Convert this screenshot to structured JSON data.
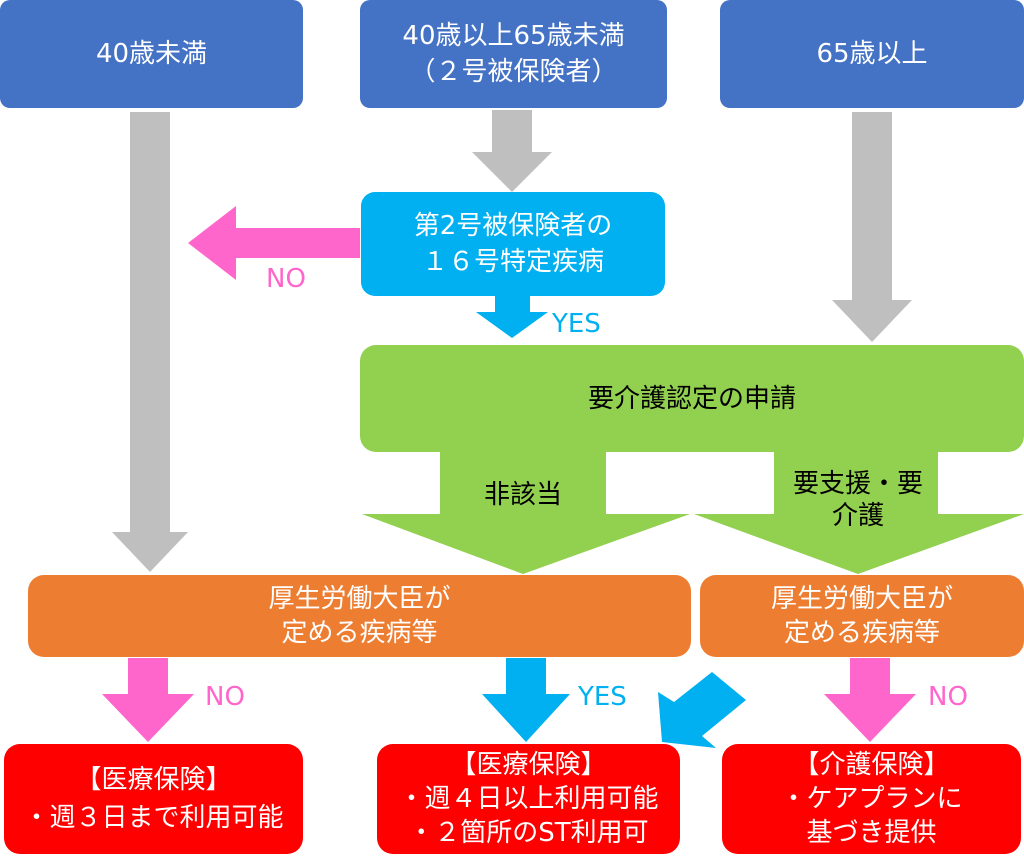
{
  "boxes": {
    "under40": "40歳未満",
    "age40_64_line1": "40歳以上65歳未満",
    "age40_64_line2": "（２号被保険者）",
    "over65": "65歳以上",
    "disease16_line1": "第2号被保険者の",
    "disease16_line2": "１６号特定疾病",
    "application": "要介護認定の申請",
    "minister_left_line1": "厚生労働大臣が",
    "minister_left_line2": "定める疾病等",
    "minister_right_line1": "厚生労働大臣が",
    "minister_right_line2": "定める疾病等",
    "medical_left_title": "【医療保険】",
    "medical_left_item1": "・週３日まで利用可能",
    "medical_mid_title": "【医療保険】",
    "medical_mid_item1": "・週４日以上利用可能",
    "medical_mid_item2": "・２箇所のST利用可",
    "care_title": "【介護保険】",
    "care_item1": "・ケアプランに",
    "care_item2": "基づき提供"
  },
  "labels": {
    "no_disease": "NO",
    "yes_disease": "YES",
    "not_applicable": "非該当",
    "support_care_line1": "要支援・要",
    "support_care_line2": "介護",
    "no_left": "NO",
    "yes_mid": "YES",
    "no_right": "NO"
  },
  "colors": {
    "blue_box": "#4472C4",
    "cyan_box": "#00B0F0",
    "green_box": "#92D050",
    "orange_box": "#ED7D31",
    "red_box": "#FF0000",
    "gray_arrow": "#BFBFBF",
    "pink_arrow": "#FF66CC",
    "cyan_arrow": "#00B0F0"
  }
}
